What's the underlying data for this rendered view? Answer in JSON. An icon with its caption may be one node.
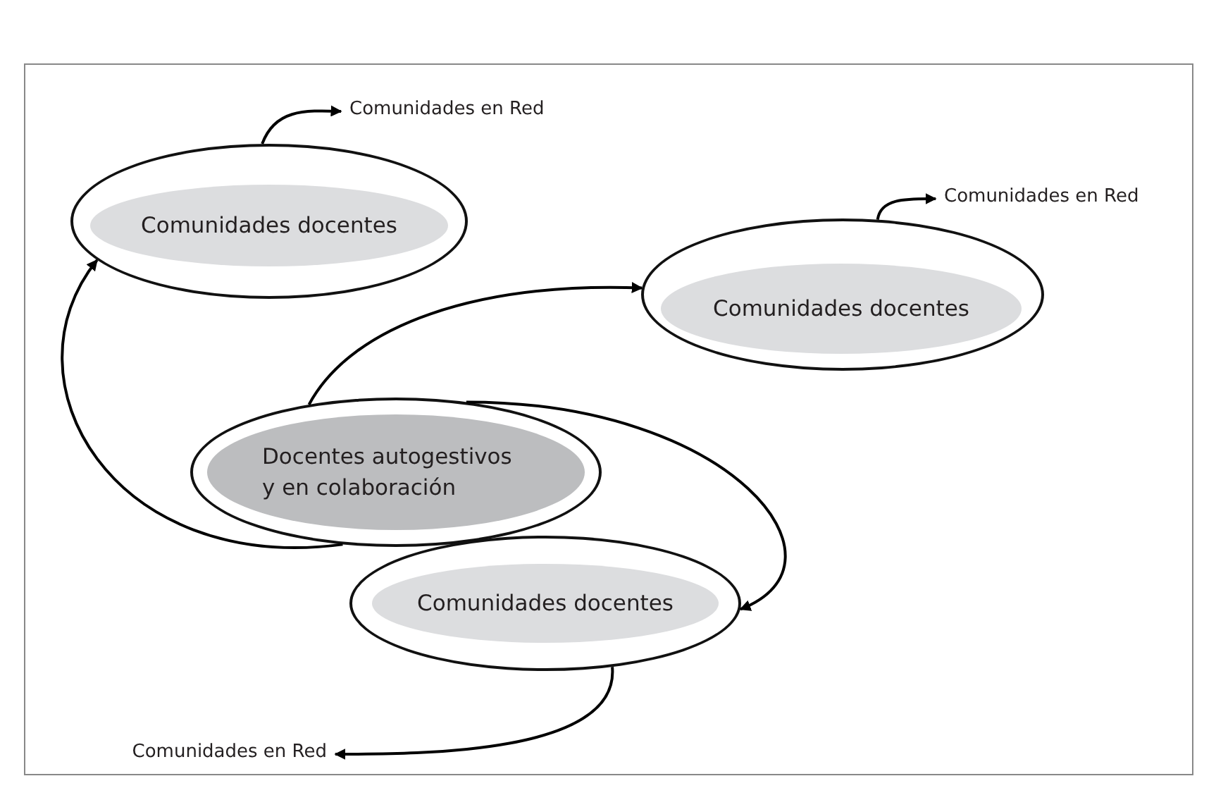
{
  "diagram": {
    "nodes": [
      {
        "text": [
          "Comunidades en Red"
        ]
      },
      {
        "text": [],
        "shape": "ellipse"
      },
      {
        "text": [
          "Comunidades docentes"
        ],
        "in": 1
      },
      {
        "text": [
          "Comunidades en Red"
        ]
      },
      {
        "text": [],
        "shape": "ellipse"
      },
      {
        "text": [
          "Comunidades docentes"
        ],
        "in": 4
      },
      {
        "text": [],
        "shape": "ellipse"
      },
      {
        "text": [
          "Docentes autogestivos y en colaboración"
        ],
        "in": 6
      },
      {
        "text": [],
        "shape": "ellipse"
      },
      {
        "text": [
          "Comunidades docentes"
        ],
        "in": 8
      },
      {
        "text": [
          "Comunidades en Red"
        ]
      }
    ],
    "edges": [
      {
        "from": 6,
        "to": 1,
        "arrow": "to"
      },
      {
        "from": 6,
        "to": 4,
        "arrow": "to"
      },
      {
        "from": 6,
        "to": 8,
        "arrow": "to"
      },
      {
        "from": 1,
        "to": 0,
        "arrow": "to"
      },
      {
        "from": 4,
        "to": 3,
        "arrow": "to"
      },
      {
        "from": 8,
        "to": 10,
        "arrow": "to"
      }
    ]
  }
}
